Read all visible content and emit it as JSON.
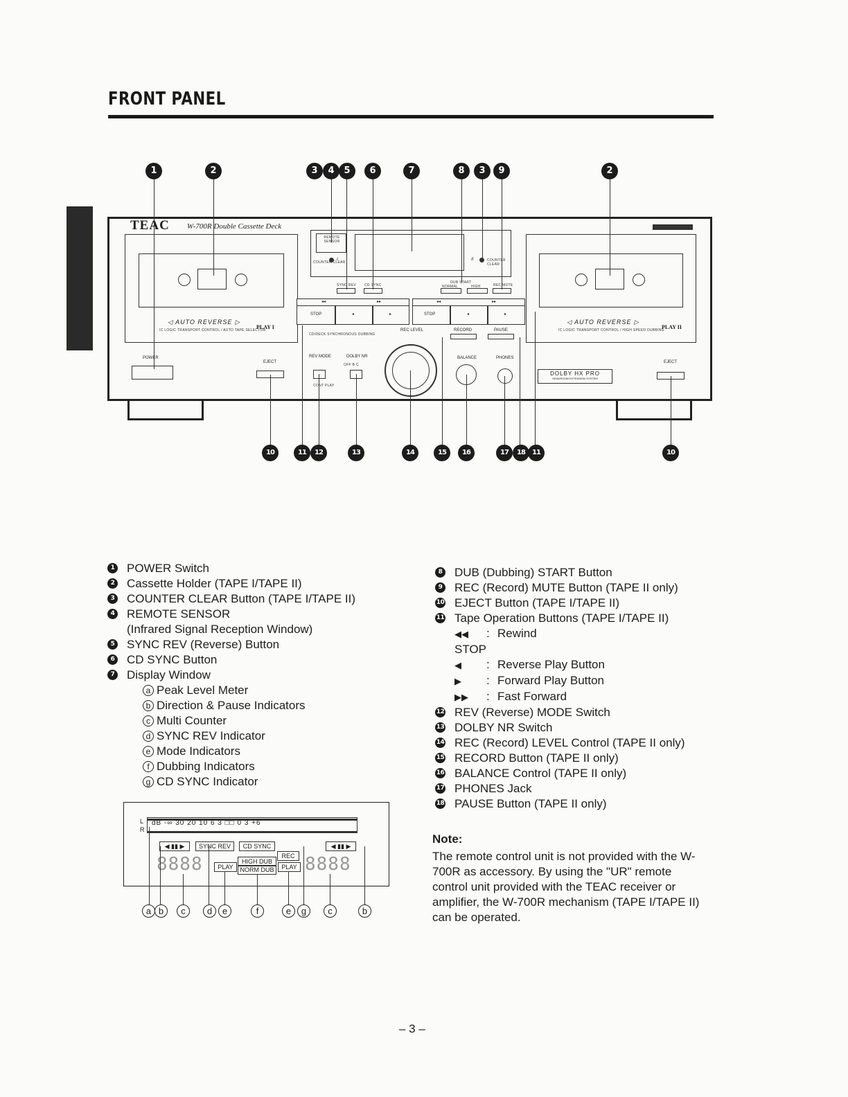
{
  "page": {
    "title": "FRONT PANEL",
    "page_number": "– 3 –"
  },
  "device": {
    "brand": "TEAC",
    "model": "W-700R Double Cassette Deck",
    "tape1_label": "PLAY I",
    "tape2_label": "PLAY II",
    "auto_reverse": "◁  AUTO REVERSE  ▷",
    "tape1_sub": "IC LOGIC TRANSPORT CONTROL / AUTO TAPE SELECTOR",
    "tape2_sub": "IC LOGIC TRANSPORT CONTROL / HIGH SPEED DUBBING",
    "power_label": "POWER",
    "eject_label": "EJECT",
    "remote_sensor": "REMOTE SENSOR",
    "counter_clear": "COUNTER CLEAR",
    "sync_rev": "SYNC REV",
    "cd_sync": "CD SYNC",
    "dub_start": "DUB START",
    "normal": "NORMAL",
    "high": "HIGH",
    "rec_mute": "REC MUTE",
    "stop": "STOP",
    "rew": "◂◂",
    "ff": "▸▸",
    "rev_play": "◂",
    "fwd_play": "▸",
    "cd_deck_sync": "CD/DECK SYNCHRONOUS DUBBING",
    "rec_level": "REC LEVEL",
    "record": "RECORD",
    "pause": "PAUSE",
    "balance": "BALANCE",
    "phones": "PHONES",
    "rev_mode": "REV MODE",
    "dolby_nr": "DOLBY NR",
    "dolby_nr_opts": "OFF   B   C",
    "cont_play": "CONT PLAY",
    "dolby_hx": "DOLBY HX PRO",
    "dolby_hx_sub": "HEADROOM EXTENSION SYSTEM",
    "tape_one": "I",
    "tape_two": "II"
  },
  "callouts": {
    "top": [
      "1",
      "2",
      "3",
      "4",
      "5",
      "6",
      "7",
      "8",
      "3",
      "9",
      "2"
    ],
    "bottom": [
      "10",
      "11",
      "12",
      "13",
      "14",
      "15",
      "16",
      "17",
      "18",
      "11",
      "10"
    ]
  },
  "parts_left": [
    {
      "n": "1",
      "text": "POWER Switch"
    },
    {
      "n": "2",
      "text": "Cassette Holder (TAPE I/TAPE II)"
    },
    {
      "n": "3",
      "text": "COUNTER CLEAR Button (TAPE I/TAPE II)"
    },
    {
      "n": "4",
      "text": "REMOTE SENSOR",
      "extra": "(Infrared Signal Reception Window)"
    },
    {
      "n": "5",
      "text": "SYNC REV (Reverse) Button"
    },
    {
      "n": "6",
      "text": "CD SYNC Button"
    },
    {
      "n": "7",
      "text": "Display Window"
    }
  ],
  "display_items": [
    {
      "l": "a",
      "text": "Peak Level Meter"
    },
    {
      "l": "b",
      "text": "Direction & Pause Indicators"
    },
    {
      "l": "c",
      "text": "Multi Counter"
    },
    {
      "l": "d",
      "text": "SYNC REV Indicator"
    },
    {
      "l": "e",
      "text": "Mode Indicators"
    },
    {
      "l": "f",
      "text": "Dubbing Indicators"
    },
    {
      "l": "g",
      "text": "CD SYNC Indicator"
    }
  ],
  "parts_right": [
    {
      "n": "8",
      "text": "DUB (Dubbing) START Button"
    },
    {
      "n": "9",
      "text": "REC (Record) MUTE Button (TAPE II only)"
    },
    {
      "n": "10",
      "text": "EJECT Button (TAPE I/TAPE II)"
    },
    {
      "n": "11",
      "text": "Tape Operation Buttons (TAPE I/TAPE II)"
    }
  ],
  "tape_ops": [
    {
      "sym": "◀◀",
      "text": "Rewind"
    },
    {
      "sym": "",
      "text": "STOP"
    },
    {
      "sym": "◀",
      "text": "Reverse Play Button"
    },
    {
      "sym": "▶",
      "text": "Forward Play Button"
    },
    {
      "sym": "▶▶",
      "text": "Fast Forward"
    }
  ],
  "parts_right2": [
    {
      "n": "12",
      "text": "REV (Reverse) MODE Switch"
    },
    {
      "n": "13",
      "text": "DOLBY NR Switch"
    },
    {
      "n": "14",
      "text": "REC (Record) LEVEL Control (TAPE II only)"
    },
    {
      "n": "15",
      "text": "RECORD Button (TAPE II only)"
    },
    {
      "n": "16",
      "text": "BALANCE Control (TAPE II only)"
    },
    {
      "n": "17",
      "text": "PHONES Jack"
    },
    {
      "n": "18",
      "text": "PAUSE Button (TAPE II only)"
    }
  ],
  "display_diagram": {
    "lr": "L\nR",
    "scale": "dB -∞   30   20   10   6   3 □□   0   3   +6",
    "dir1": "◀ ▮▮ ▶",
    "dir2": "◀ ▮▮ ▶",
    "sync_rev": "SYNC REV",
    "cd_sync": "CD SYNC",
    "rec": "REC",
    "high_dub": "HIGH DUB",
    "norm_dub": "NORM DUB",
    "play1": "PLAY",
    "play2": "PLAY",
    "counter1": "8888",
    "counter2": "8888",
    "letters": [
      "a",
      "b",
      "c",
      "d",
      "e",
      "f",
      "e",
      "g",
      "c",
      "b"
    ]
  },
  "note": {
    "heading": "Note:",
    "text": "The remote control unit is not provided with the W-700R as accessory. By using the \"UR\" remote control unit provided with the TEAC receiver or amplifier, the W-700R mechanism (TAPE I/TAPE II) can be operated."
  }
}
